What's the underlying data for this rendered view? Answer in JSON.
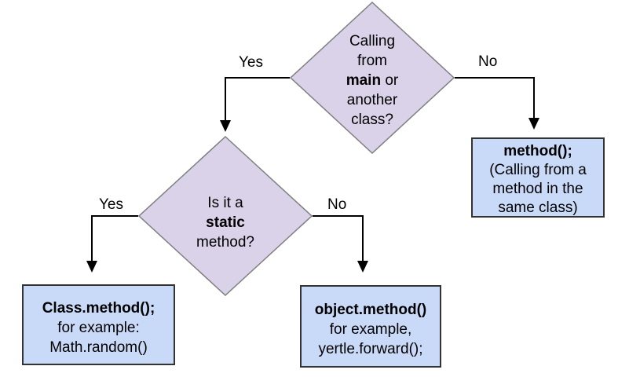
{
  "colors": {
    "background": "#ffffff",
    "diamond_fill": "#d9d2e9",
    "diamond_border": "#7f7f7f",
    "box_fill": "#c9daf8",
    "box_border": "#333333",
    "arrow": "#000000",
    "text": "#000000"
  },
  "diamond_main": {
    "line1": "Calling",
    "line2": "from",
    "line3": {
      "bold": "main",
      "rest": " or"
    },
    "line4": "another",
    "line5": "class?"
  },
  "diamond_static": {
    "line1": "Is it a",
    "line2": "static",
    "line3": "method?"
  },
  "box_same_class": {
    "title": "method();",
    "line2": "(Calling from a",
    "line3": "method in the",
    "line4": "same class)"
  },
  "box_class_method": {
    "title": "Class.method();",
    "line2": "for example:",
    "line3": "Math.random()"
  },
  "box_object_method": {
    "title": "object.method()",
    "line2": "for example,",
    "line3": "yertle.forward();"
  },
  "labels": {
    "main_yes": "Yes",
    "main_no": "No",
    "static_yes": "Yes",
    "static_no": "No"
  }
}
